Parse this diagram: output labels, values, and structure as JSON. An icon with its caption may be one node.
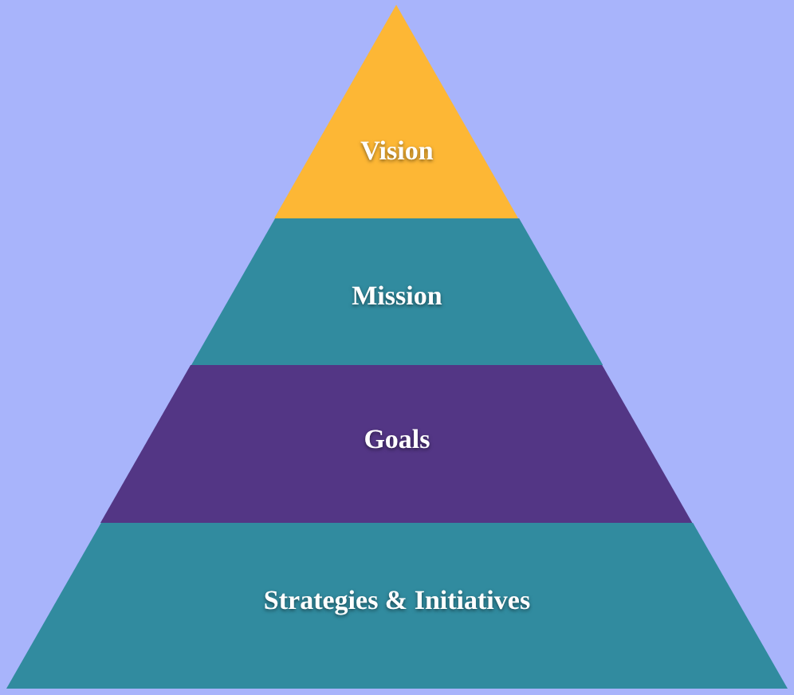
{
  "diagram": {
    "nodes": [
      {
        "text": [
          "Vision"
        ]
      },
      {
        "text": [
          "Mission"
        ]
      },
      {
        "text": [
          "Goals"
        ]
      },
      {
        "text": [
          "Strategies & Initiatives"
        ]
      }
    ]
  }
}
